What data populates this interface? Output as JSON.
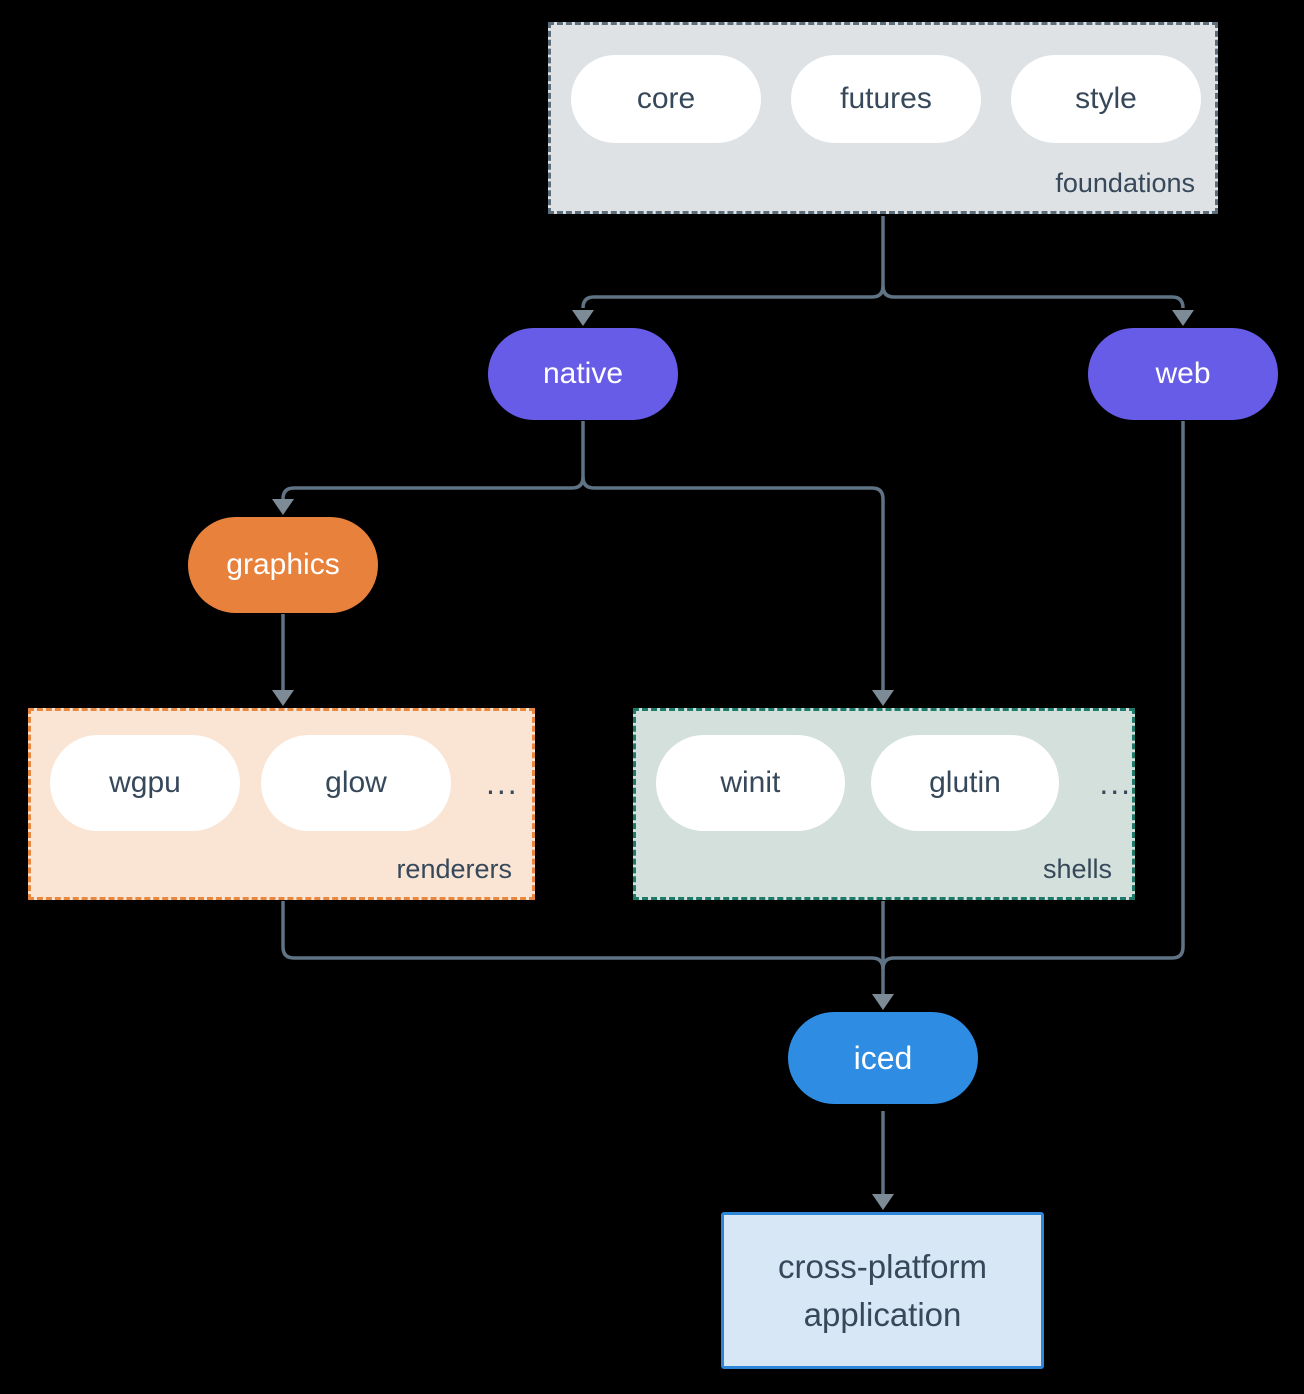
{
  "colors": {
    "background": "#000000",
    "connector_line": "#5f7384",
    "connector_arrow": "#7d8b97",
    "pill_text_dark": "#36485a",
    "pill_text_light": "#ffffff",
    "purple": "#675ce8",
    "orange": "#e8813c",
    "blue": "#2e8ce2",
    "foundations_fill": "#dee2e5",
    "foundations_border": "#5c6e7c",
    "renderers_fill": "#fae5d5",
    "renderers_border": "#e8873f",
    "shells_fill": "#d3e0db",
    "shells_border": "#1f7a6a",
    "app_fill": "#d8e7f6",
    "app_border": "#2e86d8"
  },
  "groups": {
    "foundations": {
      "label": "foundations",
      "pills": [
        "core",
        "futures",
        "style"
      ]
    },
    "renderers": {
      "label": "renderers",
      "pills": [
        "wgpu",
        "glow"
      ],
      "ellipsis": "..."
    },
    "shells": {
      "label": "shells",
      "pills": [
        "winit",
        "glutin"
      ],
      "ellipsis": "..."
    }
  },
  "nodes": {
    "native": "native",
    "web": "web",
    "graphics": "graphics",
    "iced": "iced",
    "app": {
      "line1": "cross-platform",
      "line2": "application"
    }
  }
}
